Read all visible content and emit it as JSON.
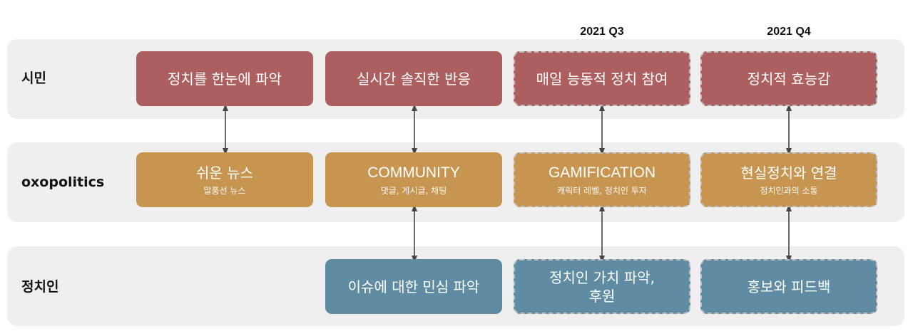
{
  "rows": {
    "citizen": "시민",
    "platform": "oxopolitics",
    "politician": "정치인"
  },
  "quarters": {
    "q3": "2021 Q3",
    "q4": "2021 Q4"
  },
  "citizen_boxes": [
    {
      "title": "정치를 한눈에 파악"
    },
    {
      "title": "실시간 솔직한 반응"
    },
    {
      "title": "매일 능동적 정치 참여"
    },
    {
      "title": "정치적 효능감"
    }
  ],
  "platform_boxes": [
    {
      "title": "쉬운 뉴스",
      "subtitle": "말풍선 뉴스"
    },
    {
      "title": "COMMUNITY",
      "subtitle": "댓글, 게시글, 채팅"
    },
    {
      "title": "GAMIFICATION",
      "subtitle": "캐릭터 레벨, 정치인 투자"
    },
    {
      "title": "현실정치와 연결",
      "subtitle": "정치인과의 소통"
    }
  ],
  "politician_boxes": [
    {
      "title": "이슈에 대한 민심 파악"
    },
    {
      "title": "정치인 가치 파악,\n후원"
    },
    {
      "title": "홍보와 피드백"
    }
  ],
  "colors": {
    "citizen": "#ad5f5f",
    "platform": "#c79550",
    "politician": "#5f8ca2",
    "band": "#efefef"
  }
}
